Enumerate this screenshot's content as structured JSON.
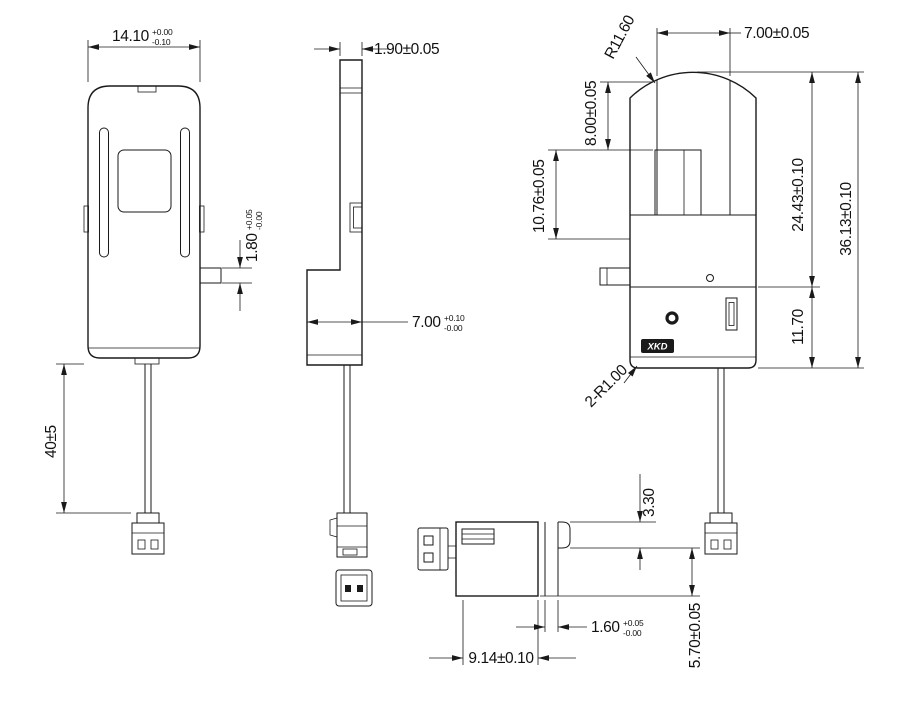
{
  "meta": {
    "type": "technical-drawing",
    "line_color": "#1a1a1a",
    "bg_color": "#ffffff"
  },
  "views": {
    "front": {
      "width_dim": {
        "value": "14.10",
        "tol_up": "+0.00",
        "tol_dn": "-0.10"
      },
      "tab_dim": {
        "value": "1.80",
        "tol_up": "+0.05",
        "tol_dn": "-0.00"
      },
      "wire_dim": "40±5"
    },
    "side": {
      "thickness_dim": "1.90±0.05",
      "depth_dim": {
        "value": "7.00",
        "tol_up": "+0.10",
        "tol_dn": "-0.00"
      }
    },
    "rear": {
      "slot_width_dim": "7.00±0.05",
      "top_radius_dim": "R11.60",
      "slot_depth_dim": "8.00±0.05",
      "window_depth_dim": "10.76±0.05",
      "upper_height_dim": "24.43±0.10",
      "total_height_dim": "36.13±0.10",
      "lower_height_dim": "11.70",
      "corner_radius_dim": "2-R1.00",
      "logo_text": "XKD"
    },
    "bottom": {
      "step_dim": "3.30",
      "plate_dim": {
        "value": "1.60",
        "tol_up": "+0.05",
        "tol_dn": "-0.00"
      },
      "body_width_dim": "9.14±0.10",
      "plate_height_dim": "5.70±0.05"
    }
  }
}
